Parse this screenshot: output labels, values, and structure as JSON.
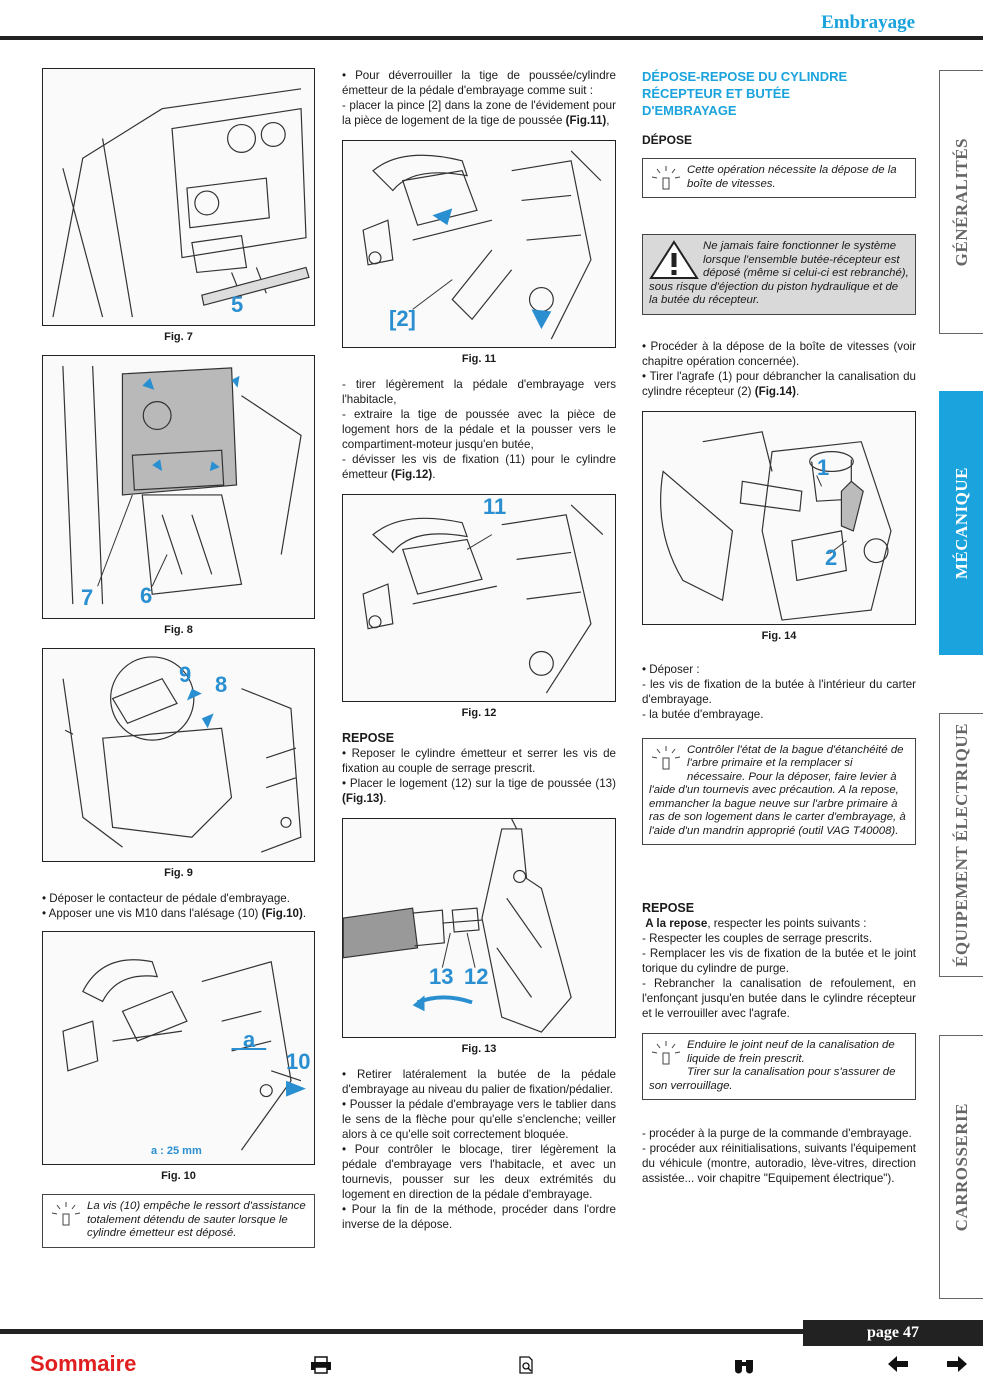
{
  "header": {
    "title": "Embrayage"
  },
  "figures": {
    "fig7": {
      "caption": "Fig. 7",
      "labels": [
        "5"
      ]
    },
    "fig8": {
      "caption": "Fig. 8",
      "labels": [
        "7",
        "6"
      ]
    },
    "fig9": {
      "caption": "Fig. 9",
      "labels": [
        "9",
        "8"
      ]
    },
    "fig10": {
      "caption": "Fig. 10",
      "labels": [
        "a",
        "10"
      ],
      "dimension": "a : 25 mm"
    },
    "fig11": {
      "caption": "Fig. 11",
      "labels": [
        "[2]"
      ]
    },
    "fig12": {
      "caption": "Fig. 12",
      "labels": [
        "11"
      ]
    },
    "fig13": {
      "caption": "Fig. 13",
      "labels": [
        "13",
        "12"
      ]
    },
    "fig14": {
      "caption": "Fig. 14",
      "labels": [
        "1",
        "2"
      ]
    }
  },
  "col1": {
    "text1": "• Déposer le contacteur de pédale d'embrayage.",
    "text2a": "• Apposer une vis M10 dans l'alésage (10) ",
    "text2b": "(Fig.10)",
    "text2c": ".",
    "note": "La vis (10) empêche le ressort d'assistance totalement détendu de sauter lorsque le cylindre émetteur est déposé."
  },
  "col2": {
    "p1": "• Pour déverrouiller la tige de poussée/cylindre émetteur de la pédale d'embrayage comme suit :",
    "p2a": "- placer la pince [2] dans la zone de l'évidement pour la pièce de logement de la tige de poussée ",
    "p2b": "(Fig.11)",
    "p2c": ",",
    "p3": "- tirer légèrement la pédale d'embrayage vers l'habitacle,",
    "p4": "- extraire la tige de poussée avec la pièce de logement hors de la pédale et la pousser vers le compartiment-moteur jusqu'en butée,",
    "p5a": "- dévisser les vis de fixation (11) pour le cylindre émetteur ",
    "p5b": "(Fig.12)",
    "p5c": ".",
    "repose_title": "REPOSE",
    "r1": "• Reposer le cylindre émetteur et serrer les vis de fixation au couple de serrage prescrit.",
    "r2a": "• Placer le logement (12) sur la tige de poussée (13) ",
    "r2b": "(Fig.13)",
    "r2c": ".",
    "r3": "• Retirer latéralement la butée de la pédale d'embrayage au niveau du palier de fixation/pédalier.",
    "r4": "• Pousser la pédale d'embrayage vers le tablier dans le sens de la flèche pour qu'elle s'enclenche; veiller alors à ce qu'elle soit correctement bloquée.",
    "r5": "• Pour contrôler le blocage, tirer légèrement la pédale d'embrayage vers l'habitacle, et avec un tournevis, pousser sur les deux extrémités du logement en direction de la pédale d'embrayage.",
    "r6": "• Pour la fin de la méthode, procéder dans l'ordre inverse de la dépose."
  },
  "col3": {
    "heading_line1": "DÉPOSE-REPOSE DU CYLINDRE",
    "heading_line2": "RÉCEPTEUR ET BUTÉE",
    "heading_line3": "D'EMBRAYAGE",
    "depose_title": "DÉPOSE",
    "note1": "Cette opération nécessite la dépose de la boîte de vitesses.",
    "warn": "Ne jamais faire fonctionner le système lorsque l'ensemble butée-récepteur est déposé (même si celui-ci est rebranché), sous risque d'éjection du piston hydraulique et de la butée du récepteur.",
    "p1": "• Procéder à la dépose de la boîte de vitesses (voir chapitre opération concernée).",
    "p2a": "• Tirer l'agrafe (1) pour débrancher la canalisation du cylindre récepteur (2) ",
    "p2b": "(Fig.14)",
    "p2c": ".",
    "d1": "• Déposer :",
    "d2": "- les vis de fixation de la butée à l'intérieur du carter d'embrayage.",
    "d3": "- la butée d'embrayage.",
    "note2": "Contrôler l'état de la bague d'étanchéité de l'arbre primaire et la remplacer si nécessaire. Pour la déposer, faire levier à l'aide d'un tournevis avec précaution. A la repose, emmancher la bague neuve sur l'arbre primaire à ras de son logement dans le carter d'embrayage, à l'aide d'un mandrin approprié (outil VAG T40008).",
    "repose_title": "REPOSE",
    "r0a": "A la repose",
    "r0b": ", respecter les points suivants :",
    "r1": "- Respecter les couples de serrage prescrits.",
    "r2": "- Remplacer les vis de fixation de la butée et le joint torique du cylindre de purge.",
    "r3": "- Rebrancher la canalisation de refoulement, en l'enfonçant jusqu'en butée dans le cylindre récepteur et le verrouiller avec l'agrafe.",
    "note3a": "Enduire le joint neuf de la canalisation de liquide de frein prescrit.",
    "note3b": "Tirer sur la canalisation pour s'assurer de son verrouillage.",
    "r4": "- procéder à la purge de la commande d'embrayage.",
    "r5": "- procéder aux réinitialisations, suivants l'équipement du véhicule (montre, autoradio, lève-vitres, direction assistée... voir chapitre \"Equipement électrique\")."
  },
  "tabs": [
    {
      "label": "GÉNÉRALITÉS",
      "active": false
    },
    {
      "label": "MÉCANIQUE",
      "active": true
    },
    {
      "label": "ÉQUIPEMENT ÉLECTRIQUE",
      "active": false
    },
    {
      "label": "CARROSSERIE",
      "active": false
    }
  ],
  "footer": {
    "page": "page 47",
    "sommaire": "Sommaire",
    "icons": [
      "print-icon",
      "document-search-icon",
      "binoculars-icon",
      "arrow-left-icon",
      "arrow-right-icon"
    ]
  },
  "colors": {
    "accent": "#1aa3dc",
    "sommaire": "#e02020",
    "dark": "#222222"
  }
}
